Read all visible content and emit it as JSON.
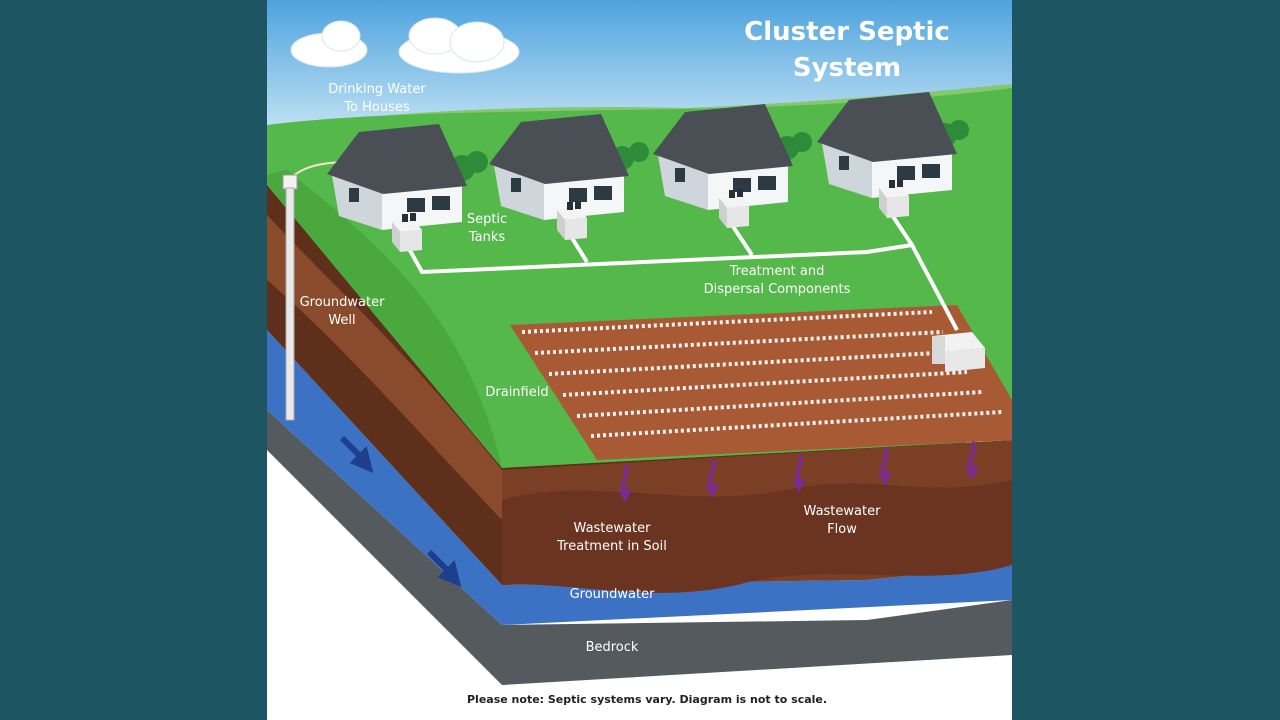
{
  "diagram": {
    "title_line1": "Cluster Septic",
    "title_line2": "System",
    "labels": {
      "drinking_water_line1": "Drinking Water",
      "drinking_water_line2": "To Houses",
      "groundwater_well_line1": "Groundwater",
      "groundwater_well_line2": "Well",
      "septic_tanks_line1": "Septic",
      "septic_tanks_line2": "Tanks",
      "treatment_line1": "Treatment and",
      "treatment_line2": "Dispersal Components",
      "drainfield": "Drainfield",
      "wastewater_soil_line1": "Wastewater",
      "wastewater_soil_line2": "Treatment in Soil",
      "wastewater_flow_line1": "Wastewater",
      "wastewater_flow_line2": "Flow",
      "groundwater": "Groundwater",
      "bedrock": "Bedrock"
    },
    "note": "Please note: Septic systems vary. Diagram is not to scale.",
    "colors": {
      "background": "#1d5563",
      "sky": "#5aa9dc",
      "grass": "#55b84a",
      "soil": "#7a3f25",
      "groundwater": "#3b72c4",
      "bedrock": "#555a5f",
      "arrow_purple": "#7b2a8f",
      "arrow_blue": "#1f3e8c"
    },
    "icons": [
      "house-icon",
      "septic-tank-icon",
      "groundwater-well-icon",
      "cloud-icon",
      "tree-icon",
      "flow-arrow-icon"
    ]
  }
}
